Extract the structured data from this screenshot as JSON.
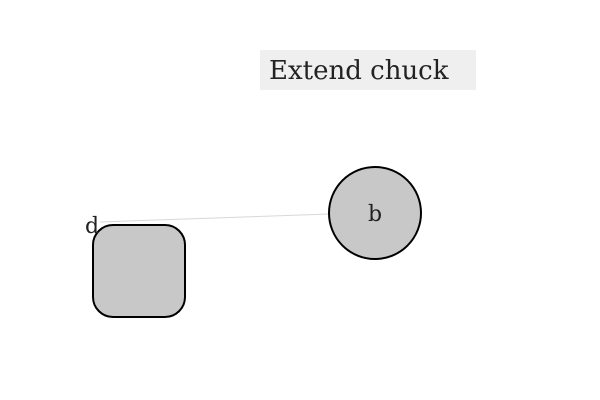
{
  "title": {
    "text": "Extend chuck",
    "background": "#efefef"
  },
  "nodes": [
    {
      "id": "d",
      "label": "d",
      "shape": "rounded-square",
      "fill": "#c8c8c8",
      "stroke": "#000000"
    },
    {
      "id": "b",
      "label": "b",
      "shape": "circle",
      "fill": "#c8c8c8",
      "stroke": "#000000"
    }
  ],
  "edges": [
    {
      "from": "d",
      "to": "b",
      "color": "#d8d8d8"
    }
  ]
}
